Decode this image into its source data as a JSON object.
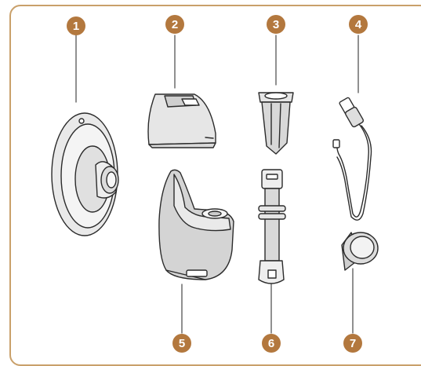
{
  "badge_color": "#b3783e",
  "frame_color": "#c9a06a",
  "parts": [
    {
      "number": "1",
      "icon": "flange-icon"
    },
    {
      "number": "2",
      "icon": "connector-icon"
    },
    {
      "number": "3",
      "icon": "valve-icon"
    },
    {
      "number": "4",
      "icon": "usb-cable-icon"
    },
    {
      "number": "5",
      "icon": "milk-cup-icon"
    },
    {
      "number": "6",
      "icon": "strap-icon"
    },
    {
      "number": "7",
      "icon": "magnetic-mount-icon"
    }
  ]
}
